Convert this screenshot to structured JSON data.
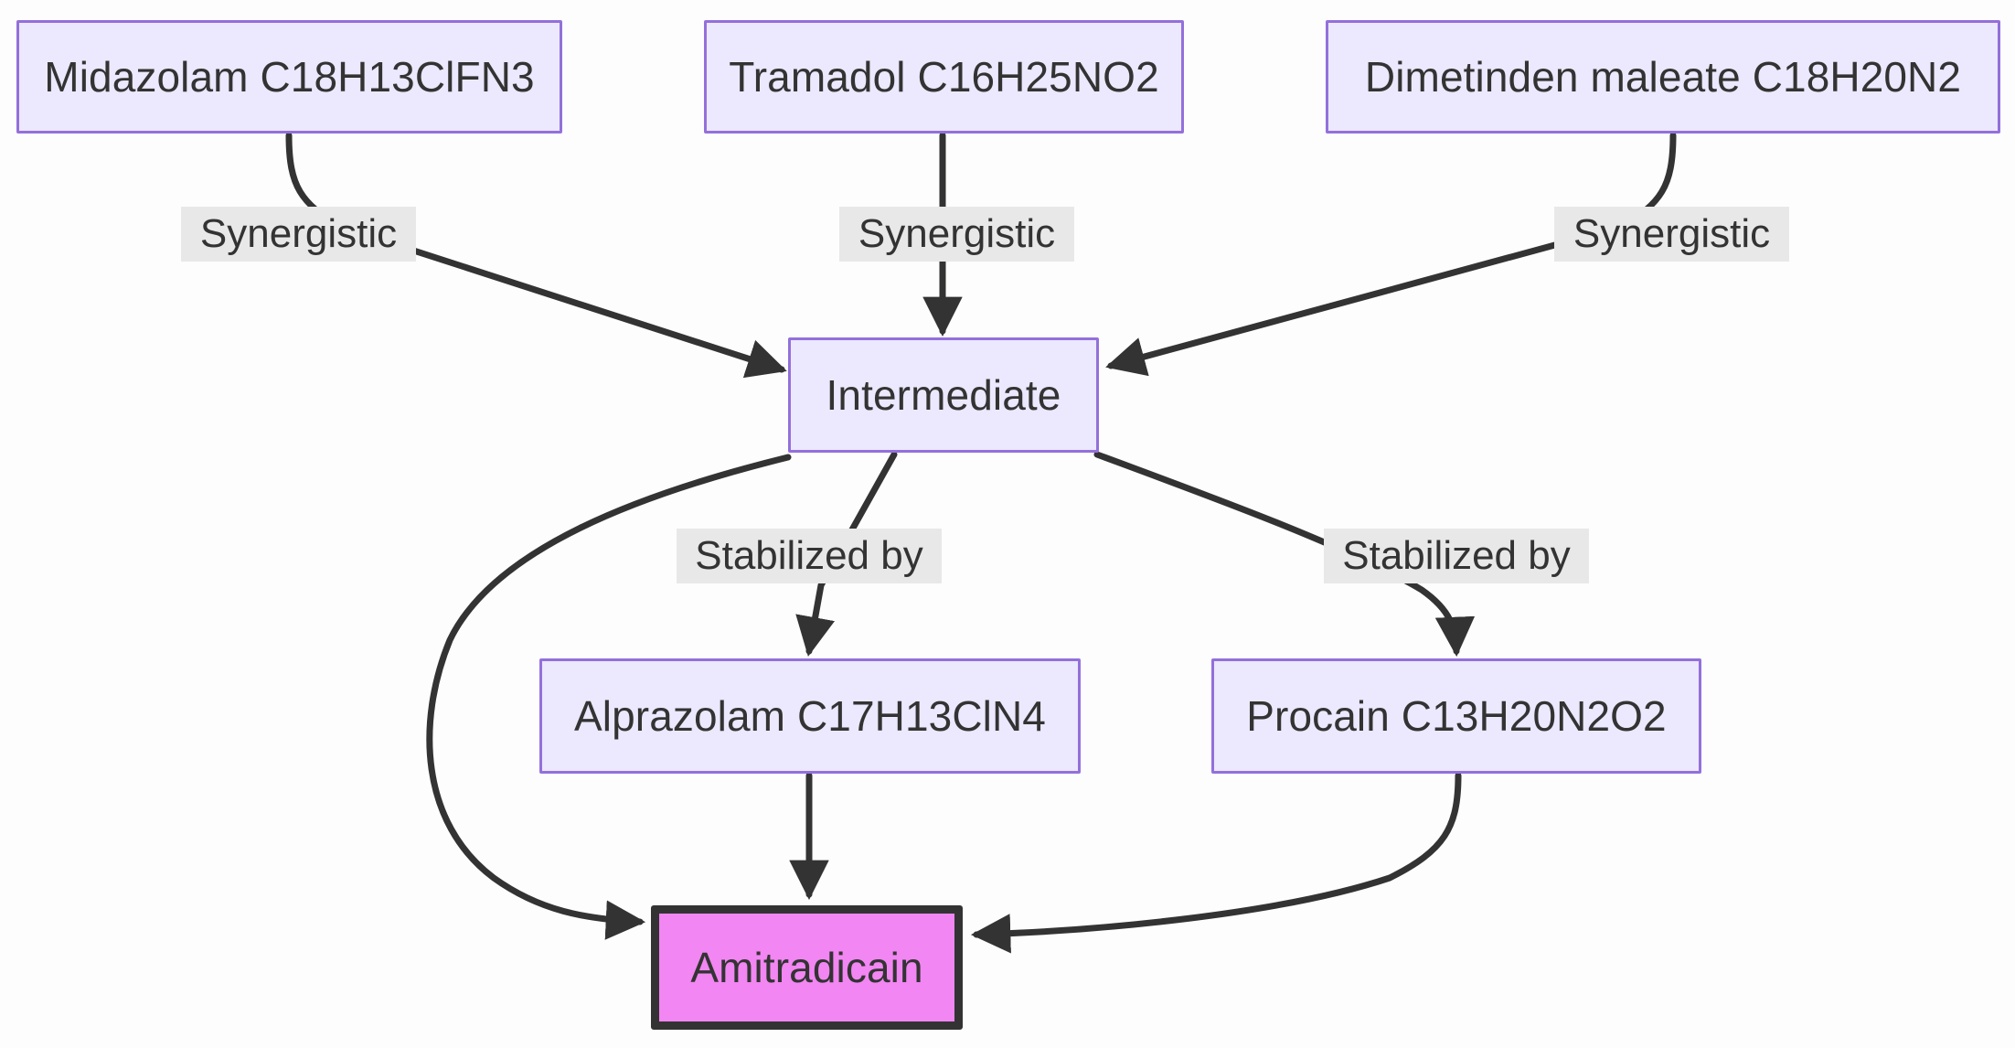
{
  "diagram": {
    "type": "flowchart",
    "direction": "top-down",
    "background_color": "#fdfdfe",
    "node_fill": "#ece8fd",
    "node_border": "#9370db",
    "target_fill": "#f286f2",
    "target_border": "#333333",
    "edge_color": "#333333",
    "edge_label_background": "#e8e8e8",
    "text_color": "#333333"
  },
  "nodes": [
    {
      "id": "midazolam",
      "label": "Midazolam C18H13ClFN3",
      "style": "default"
    },
    {
      "id": "tramadol",
      "label": "Tramadol C16H25NO2",
      "style": "default"
    },
    {
      "id": "dimetinden",
      "label": "Dimetinden maleate C18H20N2",
      "style": "default"
    },
    {
      "id": "intermediate",
      "label": "Intermediate",
      "style": "default"
    },
    {
      "id": "alprazolam",
      "label": "Alprazolam C17H13ClN4",
      "style": "default"
    },
    {
      "id": "procain",
      "label": "Procain C13H20N2O2",
      "style": "default"
    },
    {
      "id": "amitradicain",
      "label": "Amitradicain",
      "style": "target"
    }
  ],
  "edges": [
    {
      "from": "midazolam",
      "to": "intermediate",
      "label": "Synergistic"
    },
    {
      "from": "tramadol",
      "to": "intermediate",
      "label": "Synergistic"
    },
    {
      "from": "dimetinden",
      "to": "intermediate",
      "label": "Synergistic"
    },
    {
      "from": "intermediate",
      "to": "alprazolam",
      "label": "Stabilized by"
    },
    {
      "from": "intermediate",
      "to": "procain",
      "label": "Stabilized by"
    },
    {
      "from": "intermediate",
      "to": "amitradicain",
      "label": ""
    },
    {
      "from": "alprazolam",
      "to": "amitradicain",
      "label": ""
    },
    {
      "from": "procain",
      "to": "amitradicain",
      "label": ""
    }
  ],
  "edge_labels": {
    "midazolam_intermediate": "Synergistic",
    "tramadol_intermediate": "Synergistic",
    "dimetinden_intermediate": "Synergistic",
    "intermediate_alprazolam": "Stabilized by",
    "intermediate_procain": "Stabilized by"
  }
}
